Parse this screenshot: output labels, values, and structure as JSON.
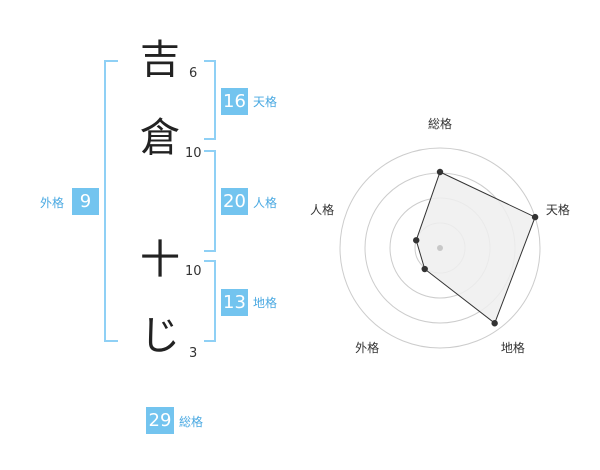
{
  "name_chars": [
    {
      "char": "吉",
      "strokes": "6"
    },
    {
      "char": "倉",
      "strokes": "10"
    },
    {
      "char": "十",
      "strokes": "10"
    },
    {
      "char": "じ",
      "strokes": "3"
    }
  ],
  "fortunes": {
    "ten": {
      "value": "16",
      "label": "天格"
    },
    "jin": {
      "value": "20",
      "label": "人格"
    },
    "chi": {
      "value": "13",
      "label": "地格"
    },
    "gai": {
      "value": "9",
      "label": "外格"
    },
    "sou": {
      "value": "29",
      "label": "総格"
    }
  },
  "chart_data": {
    "type": "radar",
    "axes": [
      "総格",
      "天格",
      "地格",
      "外格",
      "人格"
    ],
    "values": [
      0.76,
      1.0,
      0.93,
      0.26,
      0.25
    ],
    "rings": 4,
    "colors": {
      "fill": "#efefef",
      "line": "#333333",
      "ring": "#cccccc",
      "point": "#333333",
      "center": "#c8c8c8"
    }
  }
}
